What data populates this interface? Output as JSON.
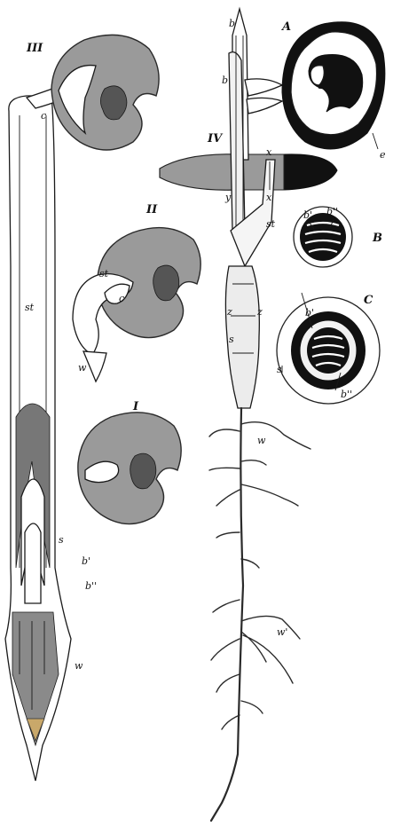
{
  "figure": {
    "labels": {
      "fig_III": "III",
      "fig_II": "II",
      "fig_I": "I",
      "fig_IV": "IV",
      "fig_A": "A",
      "fig_B": "B",
      "fig_C": "C",
      "c": "c",
      "st": "st",
      "w": "w",
      "s": "s",
      "b1": "b'",
      "b2": "b''",
      "b": "b",
      "x": "x",
      "y": "y",
      "z": "z",
      "e": "e",
      "w1": "w'"
    }
  }
}
